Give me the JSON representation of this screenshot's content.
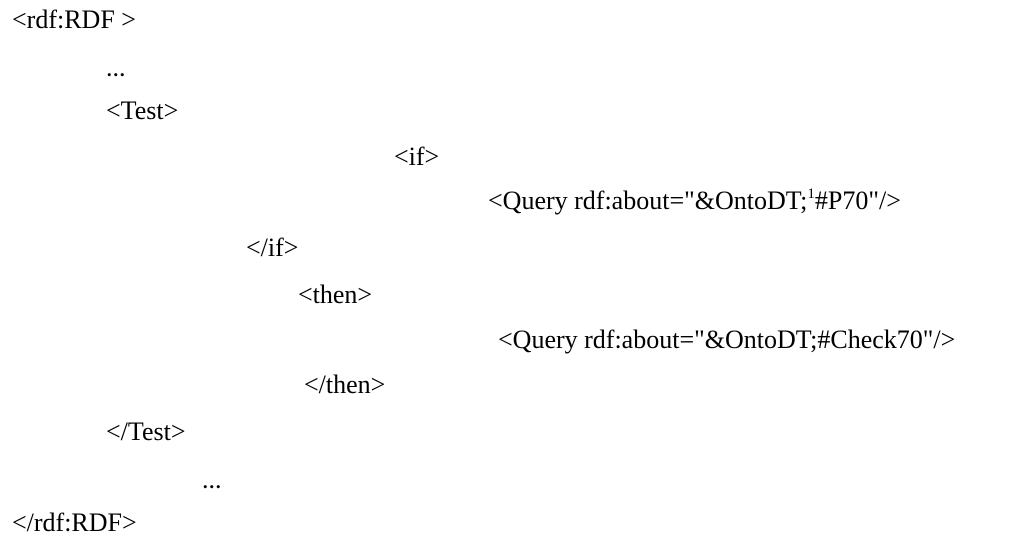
{
  "code_lines": [
    "<rdf:RDF >",
    "...",
    "<Test>",
    "<if>",
    {
      "before_note": "<Query rdf:about=\"&OntoDT;",
      "note": "1",
      "after_note": "#P70\"/>"
    },
    "</if>",
    "<then>",
    "<Query rdf:about=\"&OntoDT;#Check70\"/>",
    "</then>",
    "</Test>",
    "...",
    "</rdf:RDF>"
  ]
}
